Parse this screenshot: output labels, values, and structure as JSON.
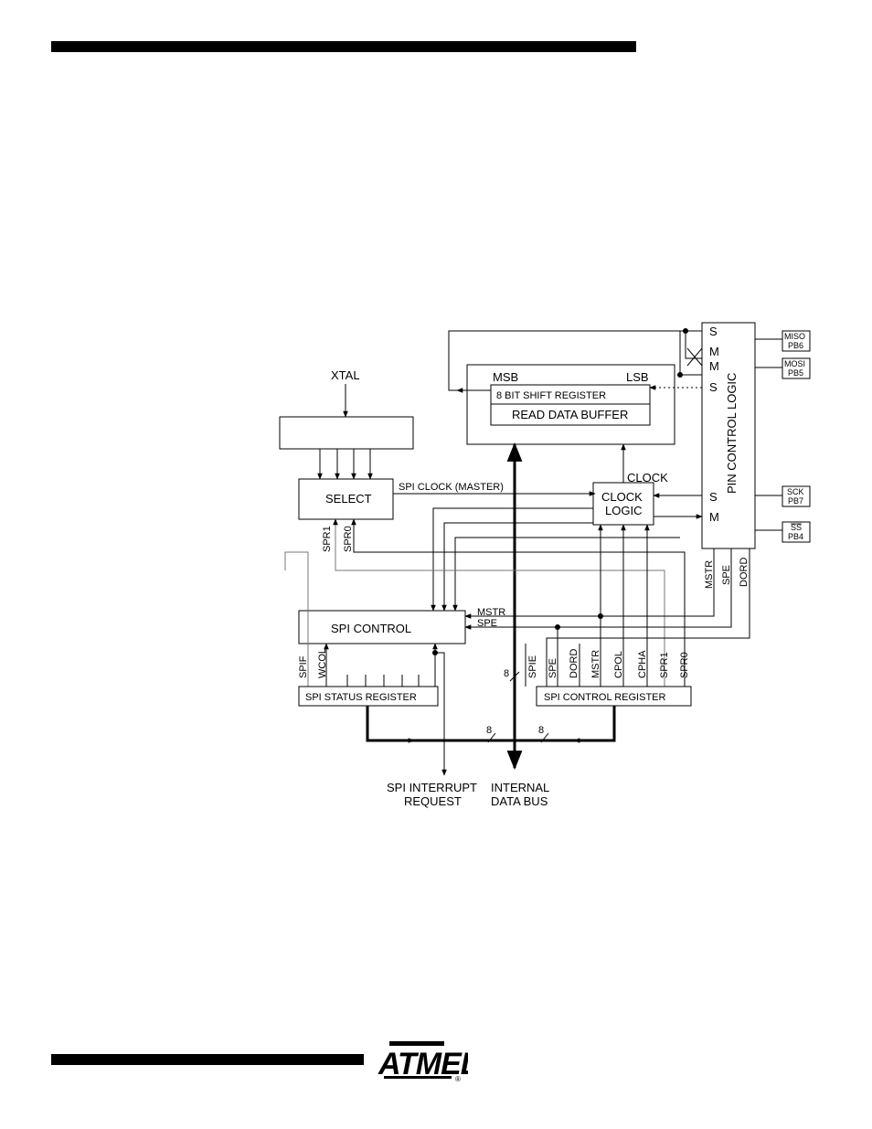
{
  "blocks": {
    "xtal": "XTAL",
    "select": "SELECT",
    "spi_clock_master": "SPI CLOCK (MASTER)",
    "msb": "MSB",
    "lsb": "LSB",
    "shift_register": "8 BIT SHIFT REGISTER",
    "read_buffer": "READ DATA BUFFER",
    "clock": "CLOCK",
    "clock_logic_1": "CLOCK",
    "clock_logic_2": "LOGIC",
    "pin_control_logic": "PIN CONTROL LOGIC",
    "spi_control": "SPI CONTROL",
    "spi_status_register": "SPI STATUS REGISTER",
    "spi_control_register": "SPI CONTROL REGISTER"
  },
  "pin_side_labels": [
    "S",
    "M",
    "M",
    "S",
    "S",
    "M"
  ],
  "pins": {
    "miso": [
      "MISO",
      "PB6"
    ],
    "mosi": [
      "MOSI",
      "PB5"
    ],
    "sck": [
      "SCK",
      "PB7"
    ],
    "ss": [
      "SS",
      "PB4"
    ]
  },
  "signals": {
    "spr1": "SPR1",
    "spr0": "SPR0",
    "mstr": "MSTR",
    "spe": "SPE",
    "dord": "DORD",
    "spif": "SPIF",
    "wcol": "WCOL"
  },
  "control_bits": [
    "SPIE",
    "SPE",
    "DORD",
    "MSTR",
    "CPOL",
    "CPHA",
    "SPR1",
    "SPR0"
  ],
  "bus_widths": [
    "8",
    "8",
    "8"
  ],
  "outputs": {
    "interrupt_1": "SPI INTERRUPT",
    "interrupt_2": "REQUEST",
    "bus_1": "INTERNAL",
    "bus_2": "DATA BUS"
  },
  "logo": {
    "text": "ATMEL",
    "mark": "®"
  }
}
